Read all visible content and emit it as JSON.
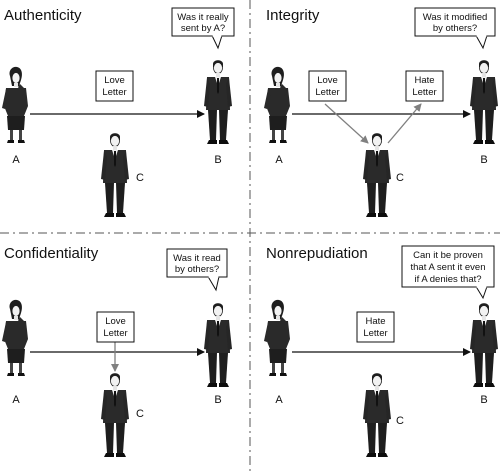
{
  "panels": [
    {
      "title": "Authenticity",
      "question": [
        "Was it really",
        "sent by A?"
      ],
      "messages": [
        [
          "Love",
          "Letter"
        ]
      ],
      "labels": {
        "a": "A",
        "b": "B",
        "c": "C"
      }
    },
    {
      "title": "Integrity",
      "question": [
        "Was it modified",
        "by others?"
      ],
      "messages": [
        [
          "Love",
          "Letter"
        ],
        [
          "Hate",
          "Letter"
        ]
      ],
      "labels": {
        "a": "A",
        "b": "B",
        "c": "C"
      }
    },
    {
      "title": "Confidentiality",
      "question": [
        "Was it read",
        "by others?"
      ],
      "messages": [
        [
          "Love",
          "Letter"
        ]
      ],
      "labels": {
        "a": "A",
        "b": "B",
        "c": "C"
      }
    },
    {
      "title": "Nonrepudiation",
      "question": [
        "Can it be proven",
        "that A sent it even",
        "if A denies that?"
      ],
      "messages": [
        [
          "Hate",
          "Letter"
        ]
      ],
      "labels": {
        "a": "A",
        "b": "B",
        "c": "C"
      }
    }
  ],
  "colors": {
    "ink": "#111111",
    "figure": "#2a2a2a",
    "leak_arrow": "#808080",
    "divider": "#555555"
  }
}
